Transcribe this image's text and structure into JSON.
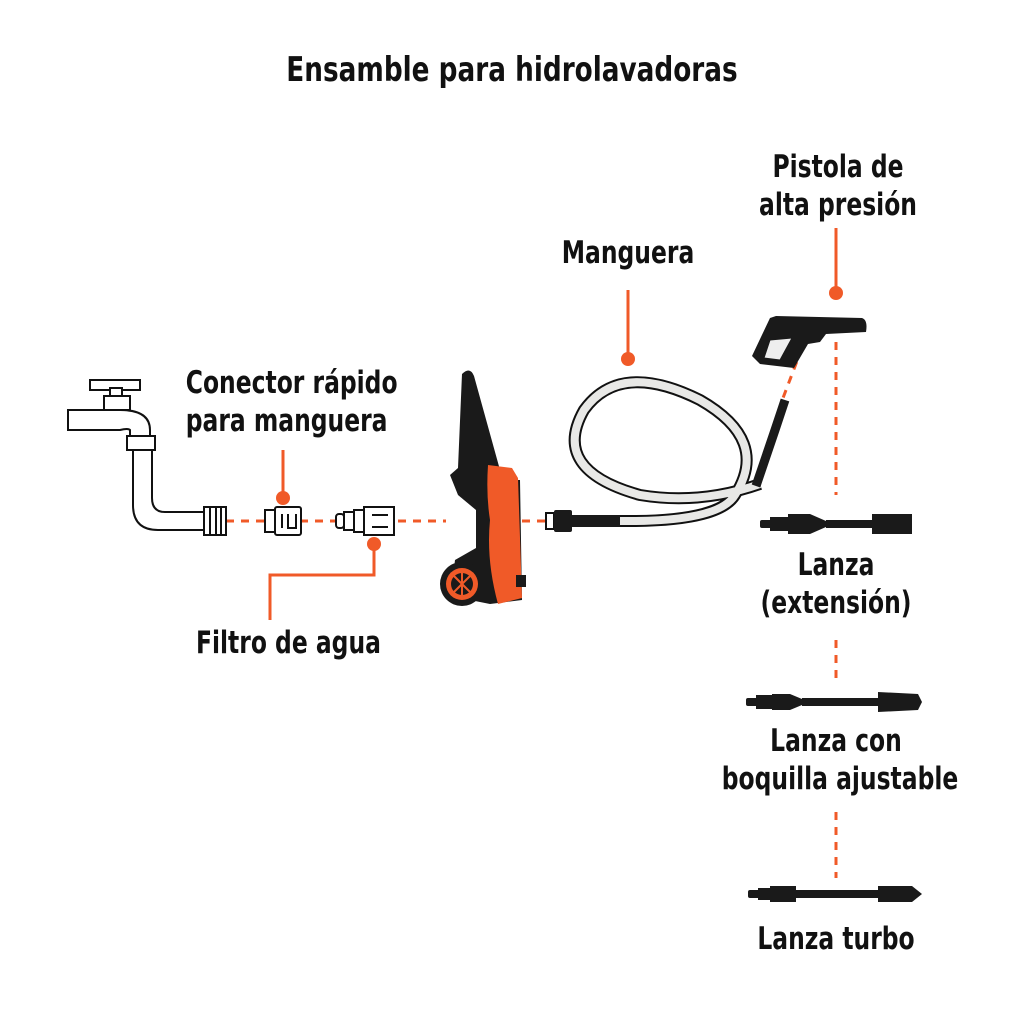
{
  "title": "Ensamble para hidrolavadoras",
  "colors": {
    "accent": "#f05a28",
    "ink": "#111111",
    "hose_fill": "#e8e8e6",
    "background": "#ffffff"
  },
  "labels": {
    "conector": [
      "Conector rápido",
      "para manguera"
    ],
    "filtro": "Filtro de agua",
    "manguera": "Manguera",
    "pistola": [
      "Pistola de",
      "alta presión"
    ],
    "lanza_extension": [
      "Lanza",
      "(extensión)"
    ],
    "lanza_boquilla": [
      "Lanza con",
      "boquilla ajustable"
    ],
    "lanza_turbo": "Lanza turbo"
  },
  "components": [
    {
      "name": "faucet",
      "icon": "faucet-icon"
    },
    {
      "name": "quick-connector",
      "icon": "quick-connector-icon"
    },
    {
      "name": "water-filter",
      "icon": "water-filter-icon"
    },
    {
      "name": "pressure-washer",
      "icon": "pressure-washer-icon"
    },
    {
      "name": "hose",
      "icon": "hose-icon"
    },
    {
      "name": "spray-gun",
      "icon": "spray-gun-icon"
    },
    {
      "name": "extension-lance",
      "icon": "extension-lance-icon"
    },
    {
      "name": "adjustable-nozzle-lance",
      "icon": "adjustable-lance-icon"
    },
    {
      "name": "turbo-lance",
      "icon": "turbo-lance-icon"
    }
  ]
}
